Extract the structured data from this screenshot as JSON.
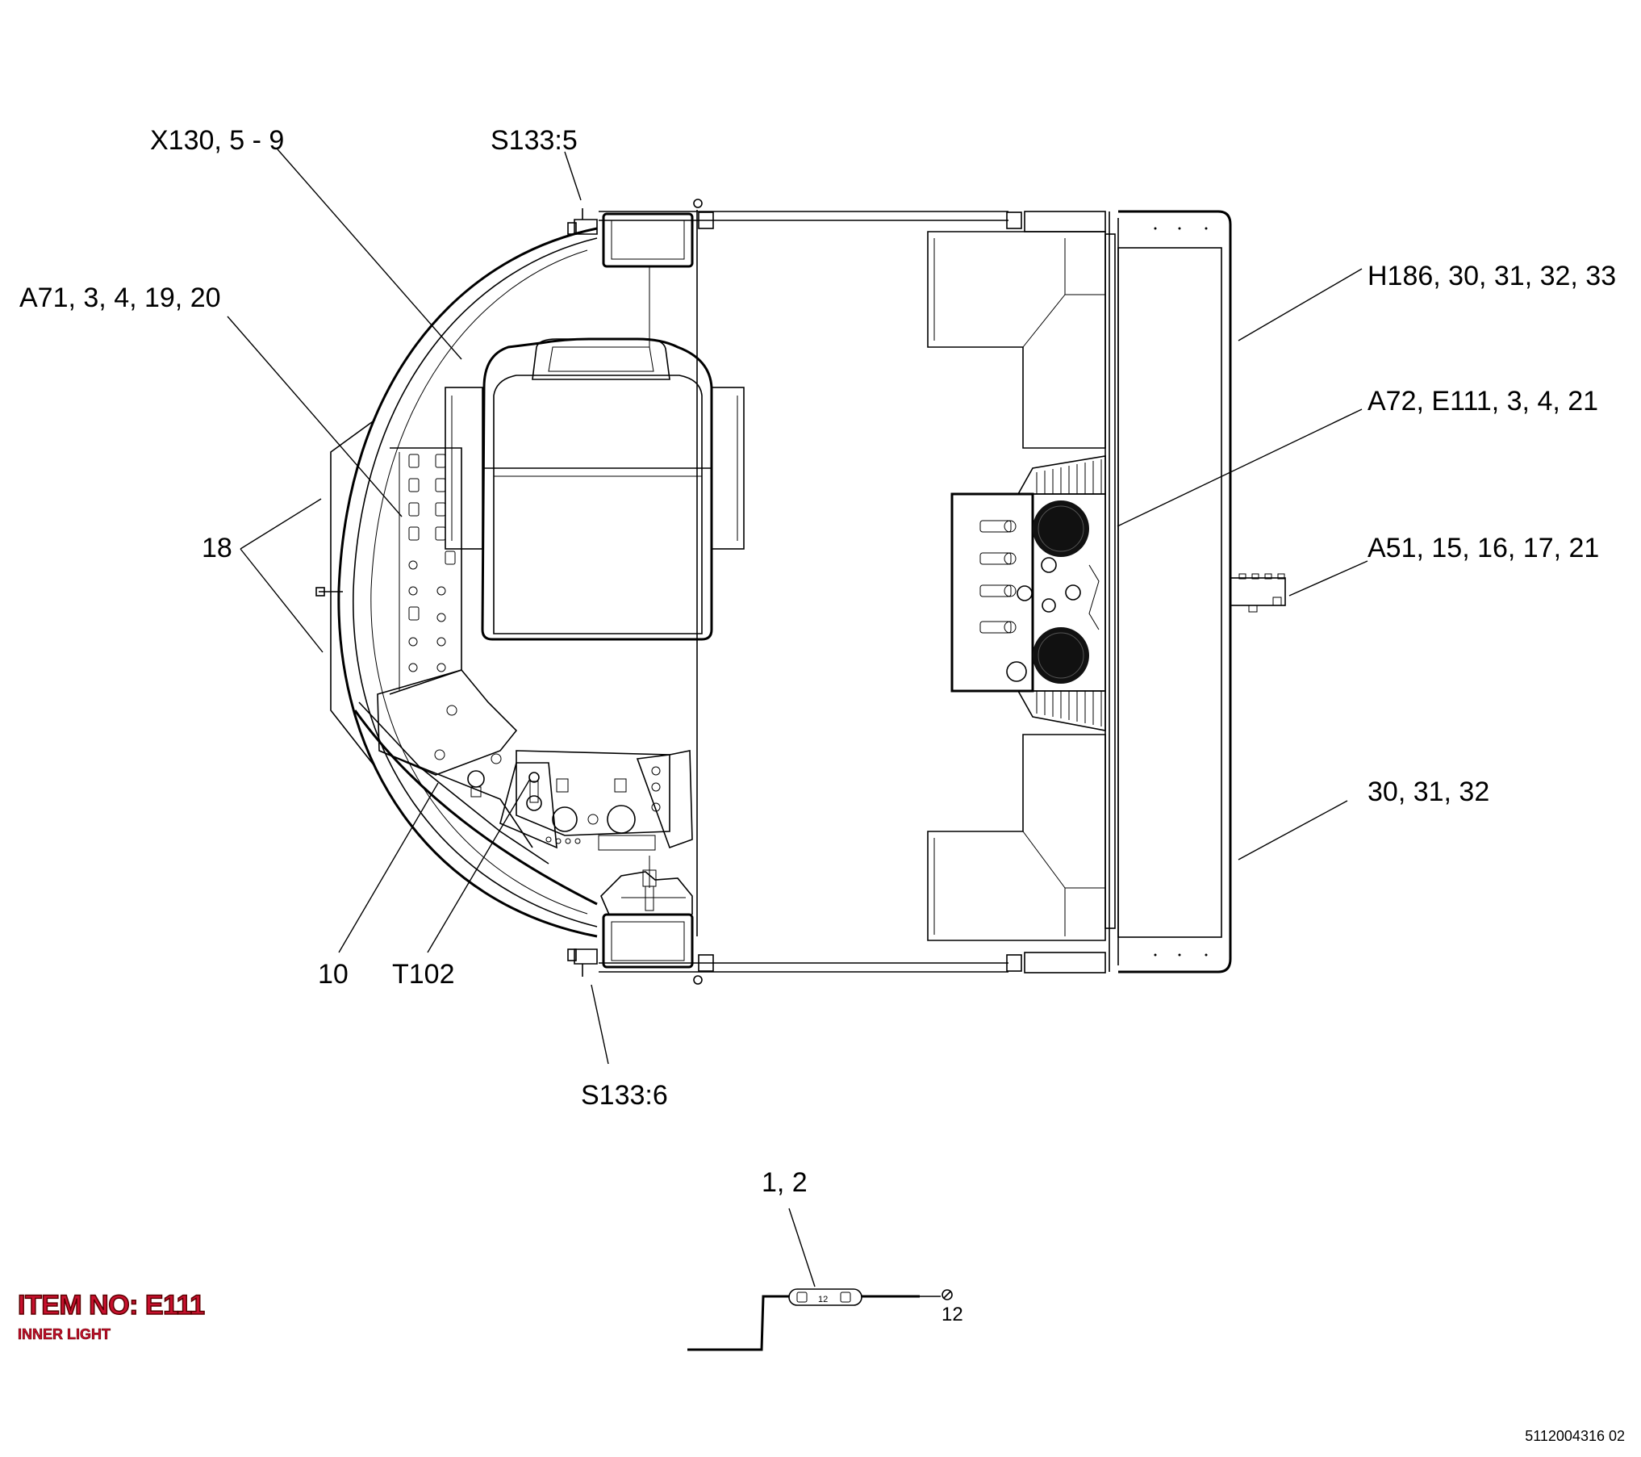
{
  "item": {
    "title": "ITEM NO: E111",
    "subtitle": "INNER LIGHT",
    "title_color": "#c8102e"
  },
  "document_number": "5112004316 02",
  "callouts": {
    "x130": "X130, 5 - 9",
    "s133_5": "S133:5",
    "a71": "A71, 3, 4, 19, 20",
    "h186": "H186, 30, 31, 32, 33",
    "a72": "A72, E111, 3, 4, 21",
    "c18": "18",
    "a51": "A51, 15, 16, 17, 21",
    "c30": "30, 31, 32",
    "c10": "10",
    "t102": "T102",
    "s133_6": "S133:6",
    "c1_2": "1, 2"
  },
  "detail": {
    "lamp_label": "12",
    "end_label": "12"
  }
}
